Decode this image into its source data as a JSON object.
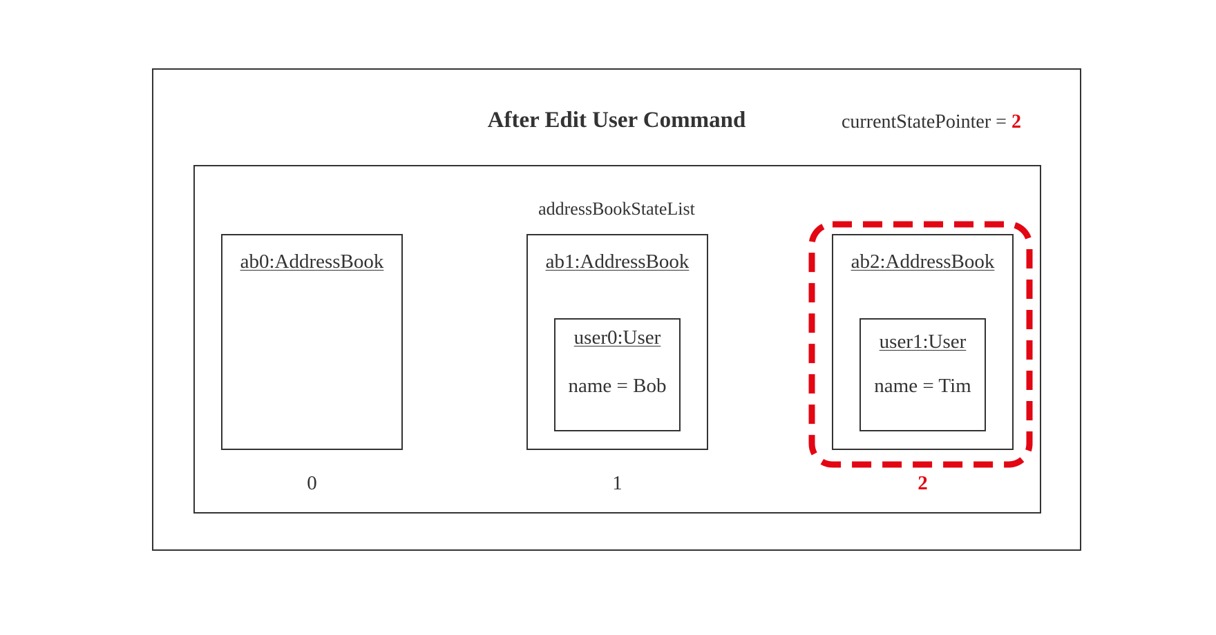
{
  "diagram": {
    "title": "After Edit User Command",
    "pointer": {
      "label": "currentStatePointer = ",
      "value": "2",
      "value_color": "#e30613"
    },
    "state_list": {
      "label": "addressBookStateList",
      "states": [
        {
          "object_label": "ab0:AddressBook",
          "index": "0",
          "user": null
        },
        {
          "object_label": "ab1:AddressBook",
          "index": "1",
          "user": {
            "object_label": "user0:User",
            "attribute": "name = Bob"
          }
        },
        {
          "object_label": "ab2:AddressBook",
          "index": "2",
          "user": {
            "object_label": "user1:User",
            "attribute": "name = Tim"
          },
          "current": true
        }
      ]
    },
    "highlight_color": "#e30613",
    "line_color": "#333333"
  }
}
